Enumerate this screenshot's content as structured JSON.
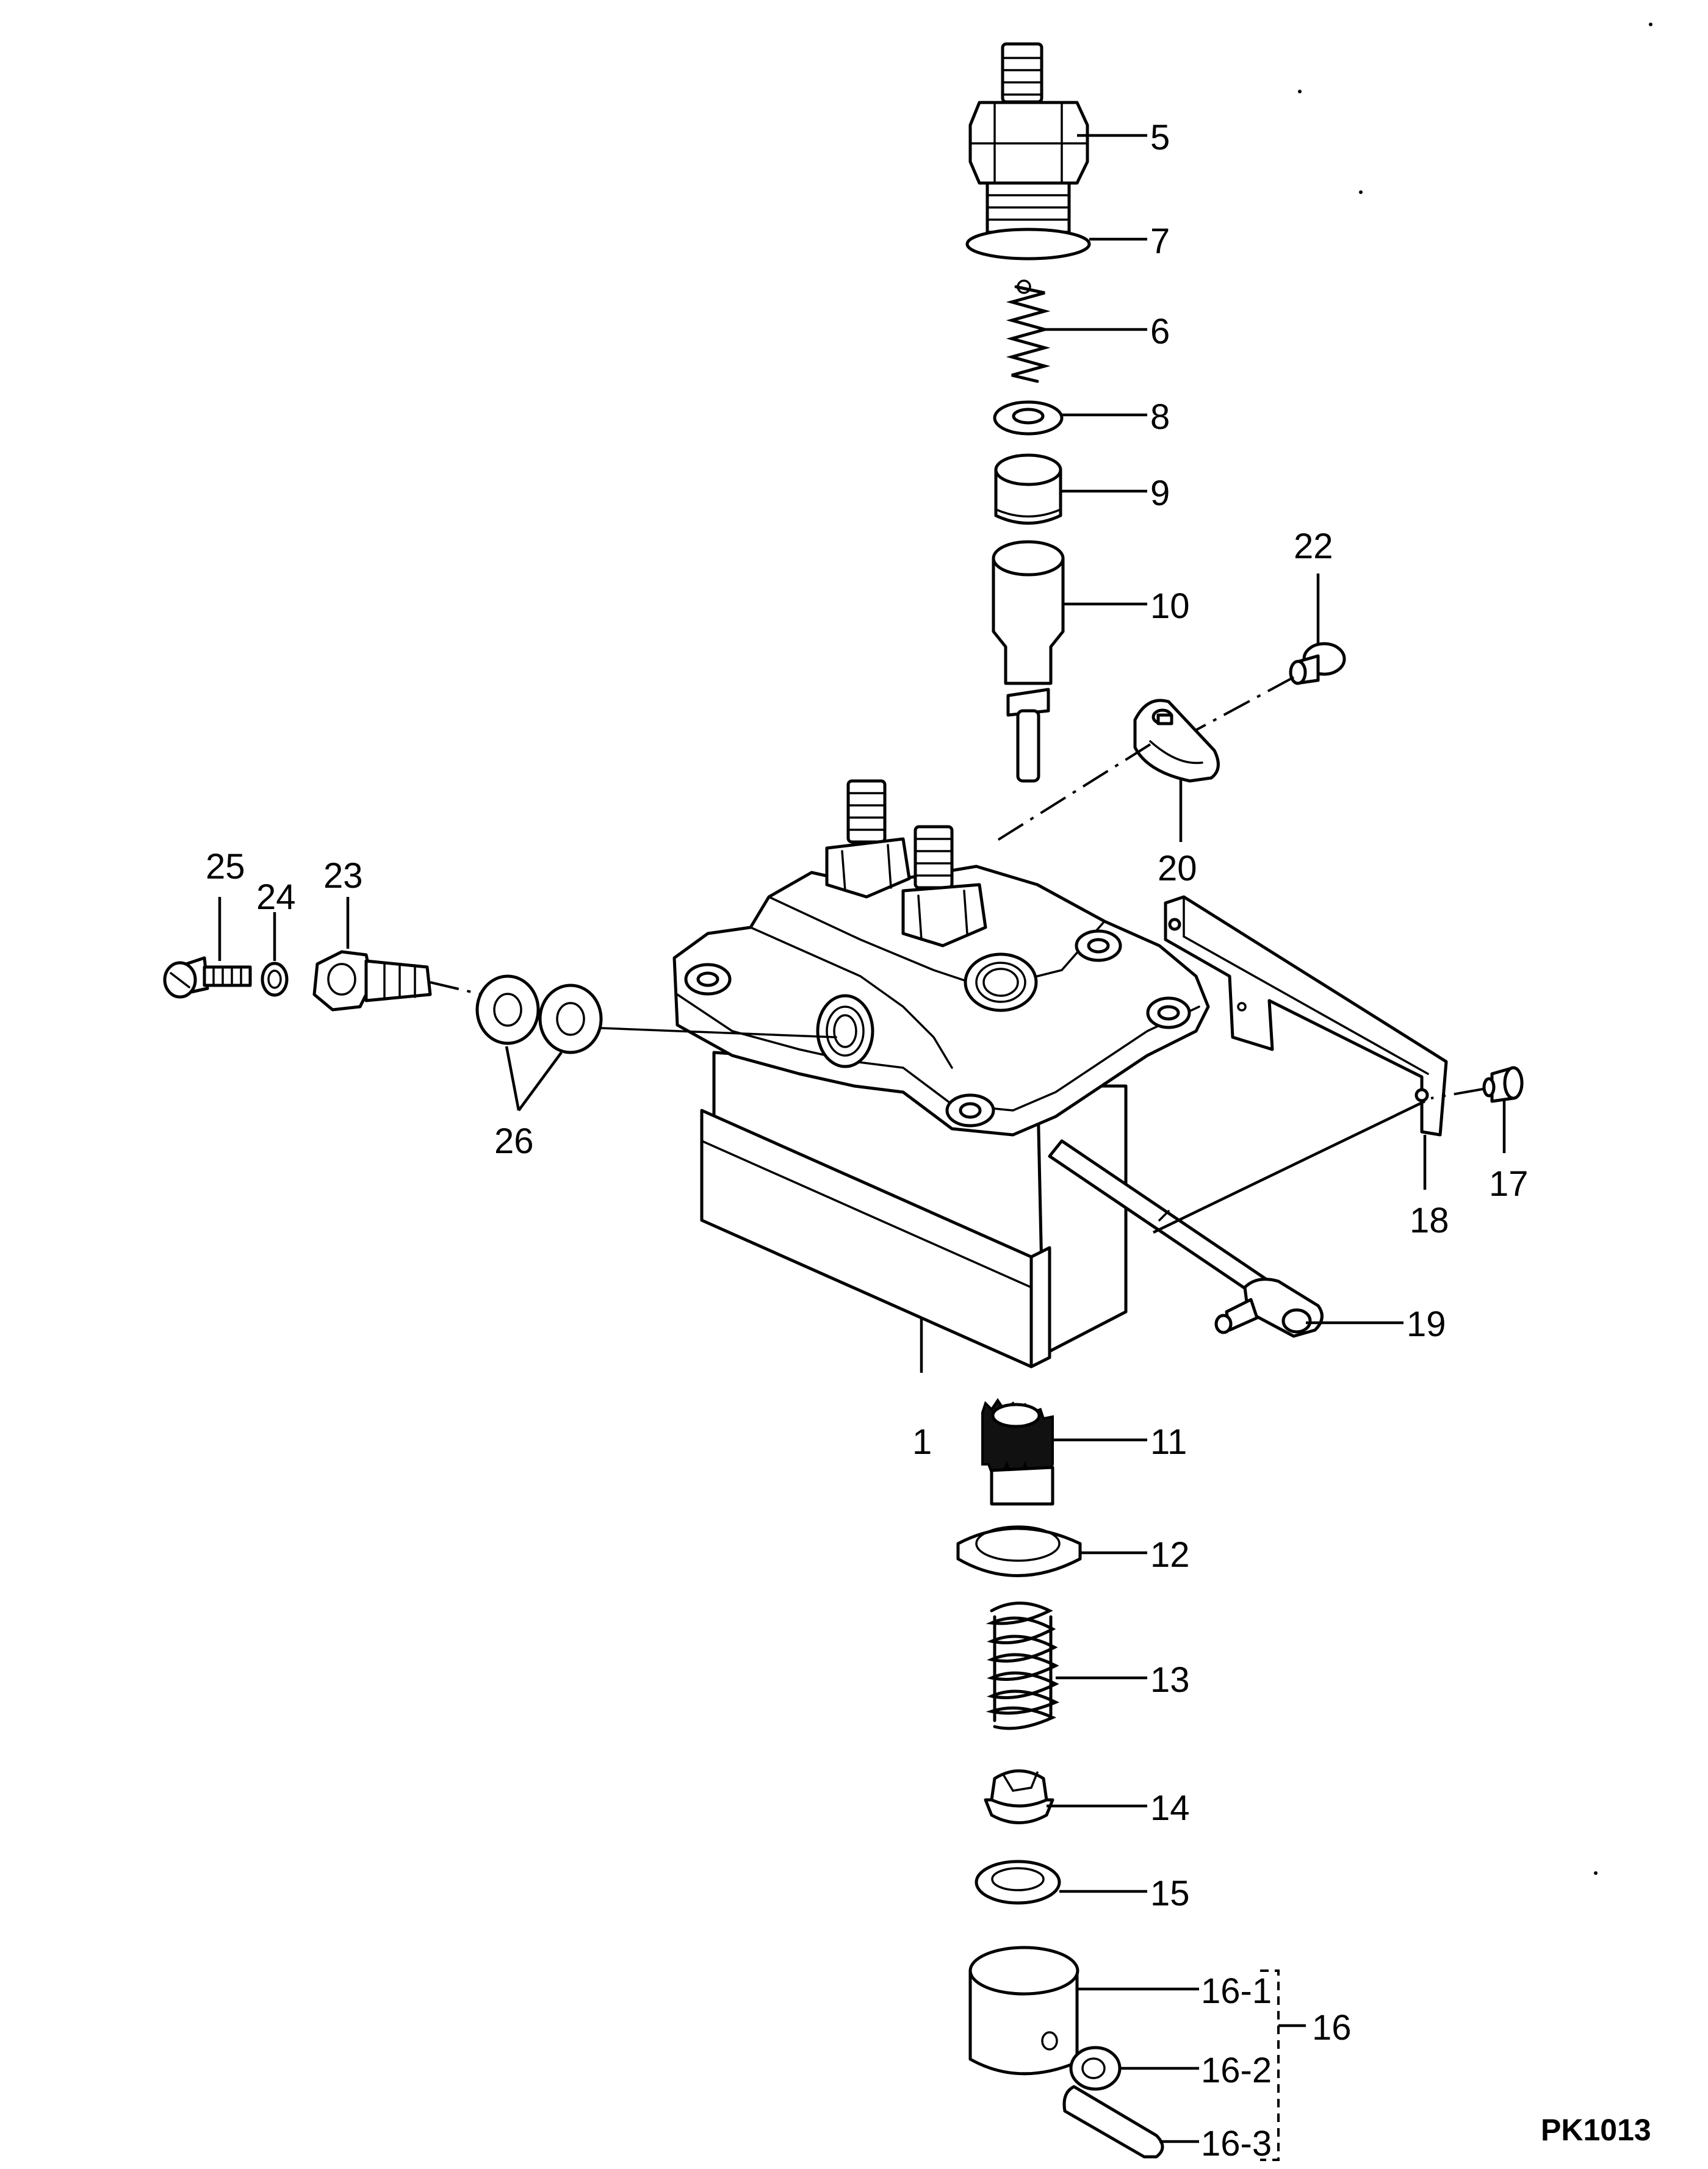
{
  "diagram": {
    "drawing_code": "PK1013",
    "labels": {
      "l1": "1",
      "l5": "5",
      "l6": "6",
      "l7": "7",
      "l8": "8",
      "l9": "9",
      "l10": "10",
      "l11": "11",
      "l12": "12",
      "l13": "13",
      "l14": "14",
      "l15": "15",
      "l16": "16",
      "l16_1": "16-1",
      "l16_2": "16-2",
      "l16_3": "16-3",
      "l17": "17",
      "l18": "18",
      "l19": "19",
      "l20": "20",
      "l22": "22",
      "l23": "23",
      "l24": "24",
      "l25": "25",
      "l26": "26"
    }
  }
}
